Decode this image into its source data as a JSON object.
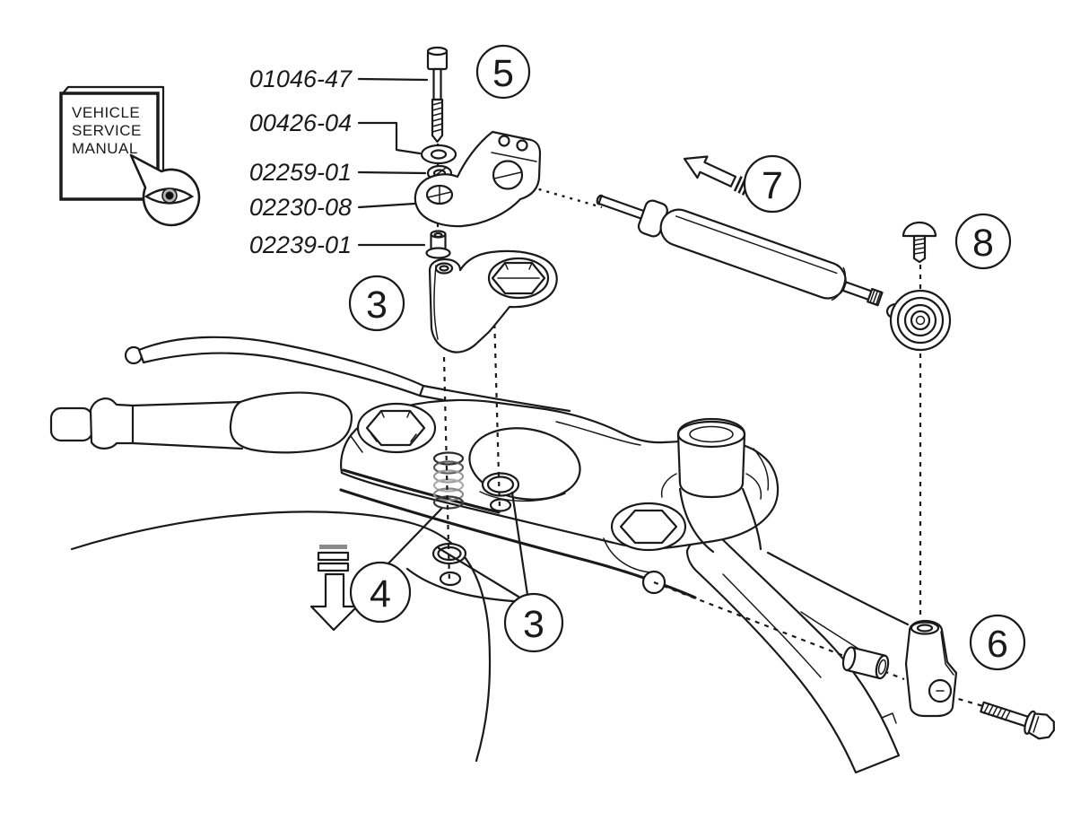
{
  "diagram": {
    "type": "exploded-parts-diagram",
    "subject": "motorcycle steering damper installation",
    "colors": {
      "line": "#1a1a1a",
      "background": "#ffffff",
      "spring_gray": "#999999",
      "iris_gray": "#b5b5b5"
    },
    "manual_badge": {
      "icon": "eye-icon",
      "lines": [
        "VEHICLE",
        "SERVICE",
        "MANUAL"
      ]
    },
    "part_labels": [
      {
        "text": "01046-47"
      },
      {
        "text": "00426-04"
      },
      {
        "text": "02259-01"
      },
      {
        "text": "02230-08"
      },
      {
        "text": "02239-01"
      }
    ],
    "callouts": [
      {
        "number": "5"
      },
      {
        "number": "7"
      },
      {
        "number": "8"
      },
      {
        "number": "3"
      },
      {
        "number": "4"
      },
      {
        "number": "3"
      },
      {
        "number": "6"
      }
    ]
  }
}
